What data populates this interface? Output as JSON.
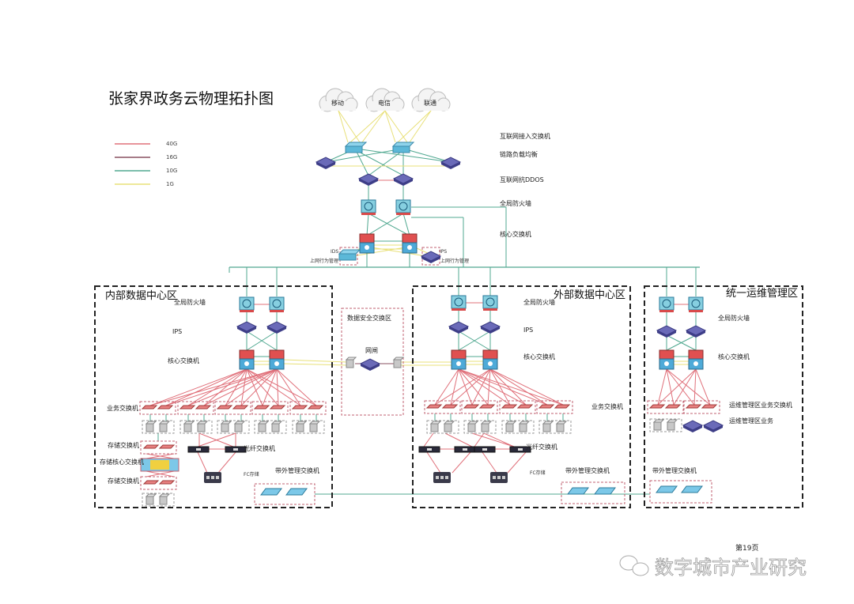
{
  "title": "张家界政务云物理拓扑图",
  "legend": [
    {
      "label": "40G",
      "color": "#e0707a"
    },
    {
      "label": "16G",
      "color": "#8a5060"
    },
    {
      "label": "10G",
      "color": "#50a890"
    },
    {
      "label": "1G",
      "color": "#e8e078"
    }
  ],
  "isps": [
    "移动",
    "电信",
    "联通"
  ],
  "top_labels": {
    "access": "互联网接入交换机",
    "lb": "链路负载均衡",
    "ddos": "互联网抗DDOS",
    "fw": "全局防火墙",
    "core": "核心交换机",
    "ids": "IDS",
    "ips": "IPS",
    "behavior_left": "上网行为管理",
    "behavior_right": "上网行为管理"
  },
  "zones": {
    "internal": {
      "title": "内部数据中心区",
      "fw": "全局防火墙",
      "ips": "IPS",
      "core": "核心交换机",
      "biz_switch": "业务交换机",
      "storage_switch": "存储交换机",
      "storage_core": "存储核心交换机",
      "storage_switch2": "存储交换机",
      "fc_switch": "光纤交换机",
      "fc_storage": "FC存储",
      "oob": "带外管理交换机"
    },
    "security": {
      "title": "数据安全交换区",
      "gatekeeper": "网闸"
    },
    "external": {
      "title": "外部数据中心区",
      "fw": "全局防火墙",
      "ips": "IPS",
      "core": "核心交换机",
      "biz_switch": "业务交换机",
      "fc_switch": "光纤交换机",
      "fc_storage": "FC存储",
      "oob": "带外管理交换机"
    },
    "ops": {
      "title": "统一运维管理区",
      "fw": "全局防火墙",
      "core": "核心交换机",
      "biz_switch": "运维管理区业务交换机",
      "biz": "运维管理区业务",
      "oob": "带外管理交换机"
    }
  },
  "footer": {
    "page": "第19页",
    "watermark": "数字城市产业研究"
  }
}
